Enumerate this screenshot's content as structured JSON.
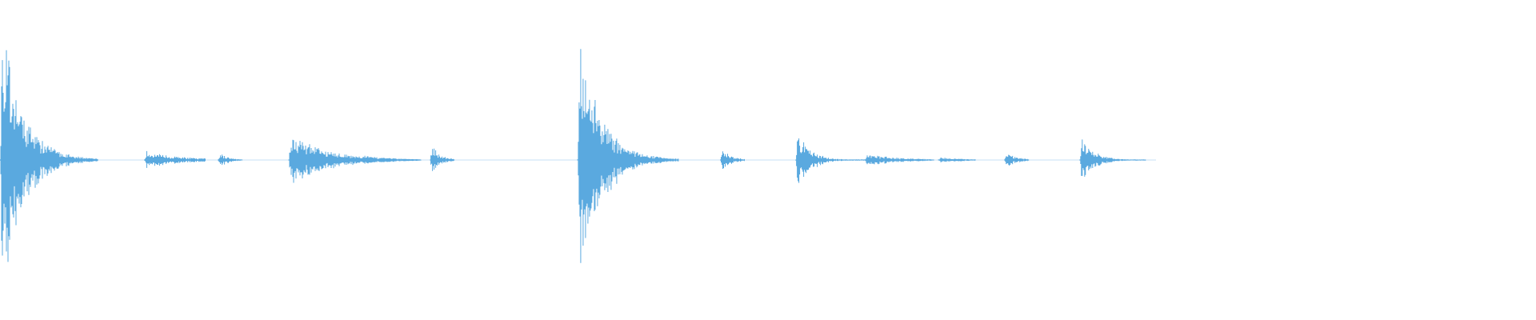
{
  "waveform": {
    "color": "#5aa9df",
    "background": "#ffffff",
    "events": [
      {
        "start": 0.0,
        "duration": 0.064,
        "peak": 0.95,
        "decay": 0.22
      },
      {
        "start": 0.094,
        "duration": 0.04,
        "peak": 0.06,
        "decay": 0.55
      },
      {
        "start": 0.142,
        "duration": 0.016,
        "peak": 0.05,
        "decay": 0.45
      },
      {
        "start": 0.188,
        "duration": 0.086,
        "peak": 0.18,
        "decay": 0.28
      },
      {
        "start": 0.236,
        "duration": 0.036,
        "peak": 0.03,
        "decay": 0.6
      },
      {
        "start": 0.28,
        "duration": 0.016,
        "peak": 0.12,
        "decay": 0.35
      },
      {
        "start": 0.376,
        "duration": 0.066,
        "peak": 0.85,
        "decay": 0.22
      },
      {
        "start": 0.469,
        "duration": 0.016,
        "peak": 0.08,
        "decay": 0.4
      },
      {
        "start": 0.518,
        "duration": 0.045,
        "peak": 0.24,
        "decay": 0.18
      },
      {
        "start": 0.563,
        "duration": 0.045,
        "peak": 0.04,
        "decay": 0.5
      },
      {
        "start": 0.611,
        "duration": 0.024,
        "peak": 0.02,
        "decay": 0.7
      },
      {
        "start": 0.654,
        "duration": 0.016,
        "peak": 0.07,
        "decay": 0.4
      },
      {
        "start": 0.703,
        "duration": 0.043,
        "peak": 0.17,
        "decay": 0.2
      }
    ]
  }
}
